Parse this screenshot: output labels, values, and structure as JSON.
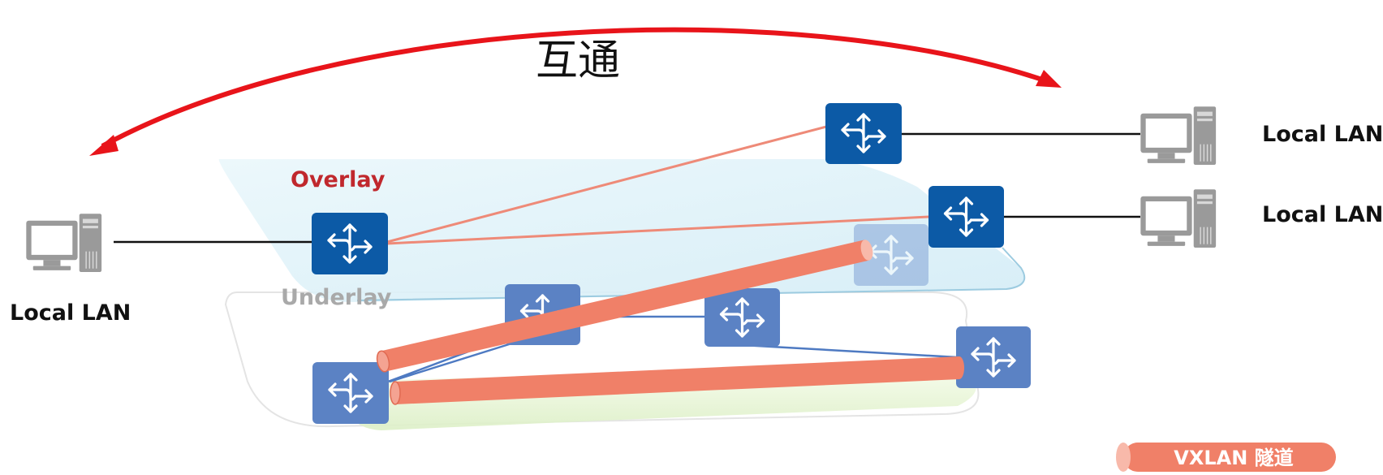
{
  "title": "互通",
  "planes": {
    "overlay_label": "Overlay",
    "underlay_label": "Underlay"
  },
  "hosts": {
    "left_label": "Local LAN",
    "right_top_label": "Local LAN",
    "right_bottom_label": "Local LAN"
  },
  "legend": {
    "tunnel_label": "VXLAN 隧道"
  },
  "colors": {
    "arrow": "#e8141a",
    "overlay_text": "#c0282d",
    "router_blue": "#0c5aa6",
    "router_underlay": "#5b82c4",
    "tunnel": "#f08068",
    "overlay_link": "#ee8a78",
    "underlay_link": "#4e7ac2"
  }
}
